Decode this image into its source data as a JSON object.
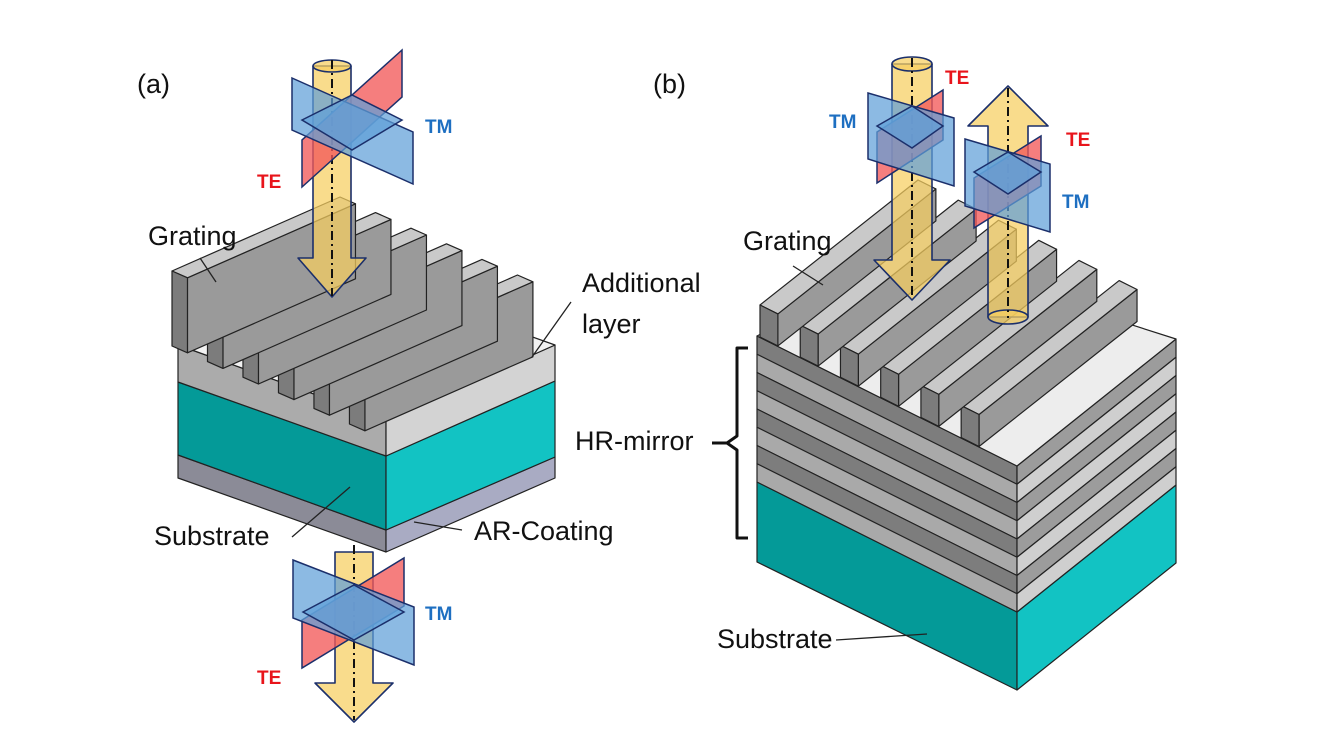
{
  "figure": {
    "panel_a": {
      "label": "(a)",
      "incident_beam": {
        "te_label": "TE",
        "tm_label": "TM"
      },
      "transmitted_beam": {
        "te_label": "TE",
        "tm_label": "TM"
      },
      "labels": {
        "grating": "Grating",
        "additional_layer_line1": "Additional",
        "additional_layer_line2": "layer",
        "substrate": "Substrate",
        "ar_coating": "AR-Coating"
      }
    },
    "panel_b": {
      "label": "(b)",
      "incident_beam": {
        "te_label": "TE",
        "tm_label": "TM"
      },
      "reflected_beam": {
        "te_label": "TE",
        "tm_label": "TM"
      },
      "labels": {
        "grating": "Grating",
        "hr_mirror": "HR-mirror",
        "substrate": "Substrate"
      }
    },
    "colors": {
      "te": "#e8141b",
      "tm": "#1e6fc1",
      "beam": "#f6cf5f",
      "substrate_front": "#049a98",
      "substrate_side": "#12c3c3",
      "grating_light": "#bdbdbd",
      "grating_dark": "#7b7b7b",
      "ar_coating": "#8d8fa6"
    }
  }
}
